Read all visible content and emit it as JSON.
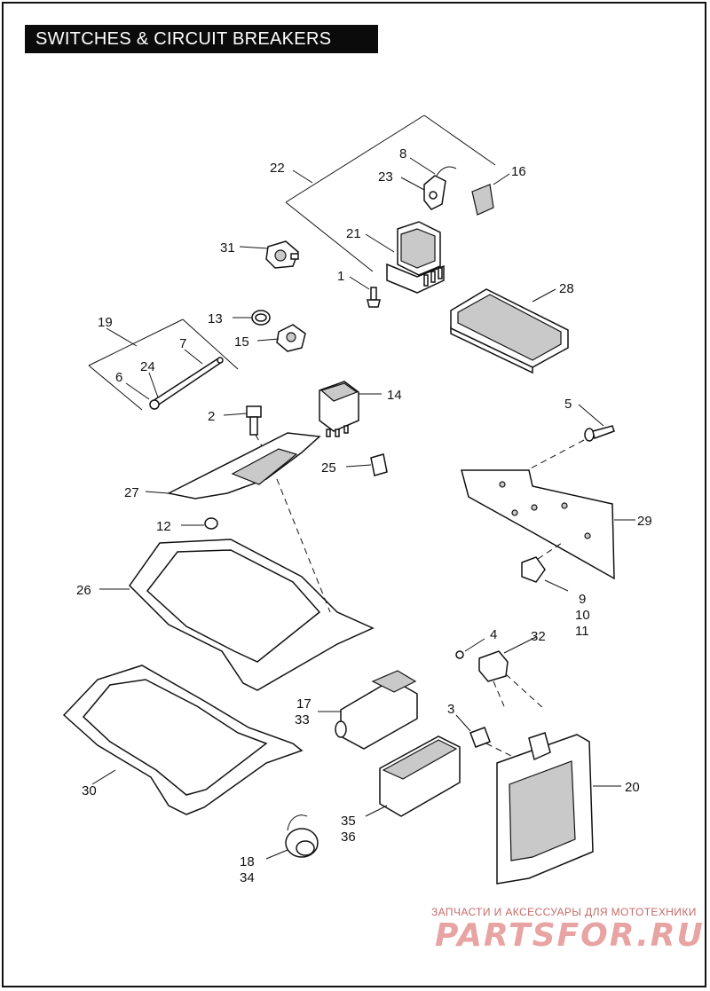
{
  "title": "SWITCHES & CIRCUIT BREAKERS",
  "callouts": {
    "c22": "22",
    "c8": "8",
    "c16": "16",
    "c23": "23",
    "c21": "21",
    "c31": "31",
    "c1": "1",
    "c28": "28",
    "c13": "13",
    "c15": "15",
    "c19": "19",
    "c7": "7",
    "c24": "24",
    "c6": "6",
    "c14": "14",
    "c2": "2",
    "c5": "5",
    "c25": "25",
    "c27": "27",
    "c29": "29",
    "c12": "12",
    "c26": "26",
    "c9": "9",
    "c10": "10",
    "c11": "11",
    "c4": "4",
    "c32": "32",
    "c17": "17",
    "c33": "33",
    "c3": "3",
    "c20": "20",
    "c30": "30",
    "c35": "35",
    "c36": "36",
    "c18": "18",
    "c34": "34"
  },
  "watermark": {
    "tagline": "ЗАПЧАСТИ И АКСЕССУАРЫ ДЛЯ МОТОТЕХНИКИ",
    "logo": "PARTSFOR.RU"
  }
}
